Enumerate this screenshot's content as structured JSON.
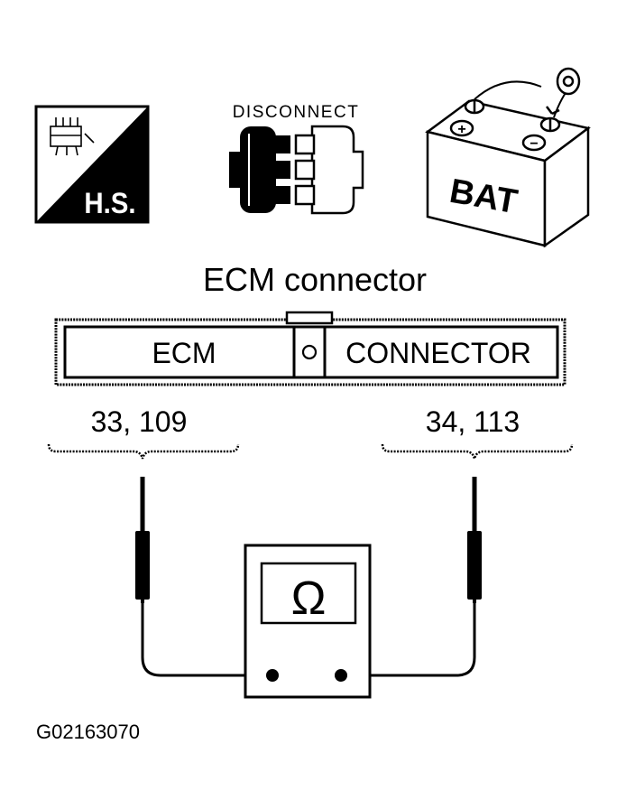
{
  "icons": {
    "hs": {
      "label": "H.S."
    },
    "disconnect": {
      "label": "DISCONNECT"
    },
    "battery": {
      "label": "BAT",
      "plus": "+",
      "minus": "−"
    }
  },
  "connector": {
    "title": "ECM connector",
    "left_label": "ECM",
    "center_label": "O",
    "right_label": "CONNECTOR"
  },
  "pins": {
    "left": "33, 109",
    "right": "34, 113"
  },
  "meter": {
    "symbol": "Ω"
  },
  "figure_id": "G02163070"
}
